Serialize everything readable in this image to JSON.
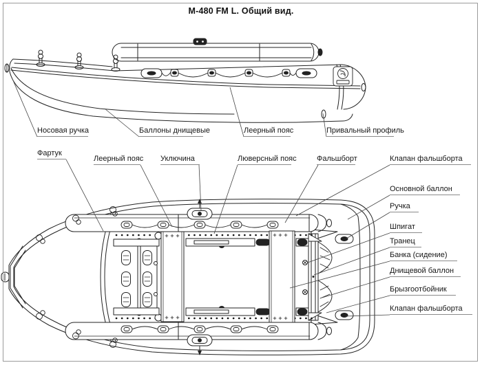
{
  "title": "М-480 FM L. Общий вид.",
  "labels": {
    "side": [
      "Носовая ручка",
      "Баллоны днищевые",
      "Леерный пояс",
      "Привальный профиль"
    ],
    "plan_top": [
      "Фартук",
      "Леерный пояс",
      "Уключина",
      "Люверсный пояс",
      "Фальшборт"
    ],
    "plan_right": [
      "Клапан фальшборта",
      "Основной баллон",
      "Ручка",
      "Шпигат",
      "Транец",
      "Банка (сидение)",
      "Днищевой баллон",
      "Брызгоотбойник",
      "Клапан фальшборта"
    ]
  }
}
